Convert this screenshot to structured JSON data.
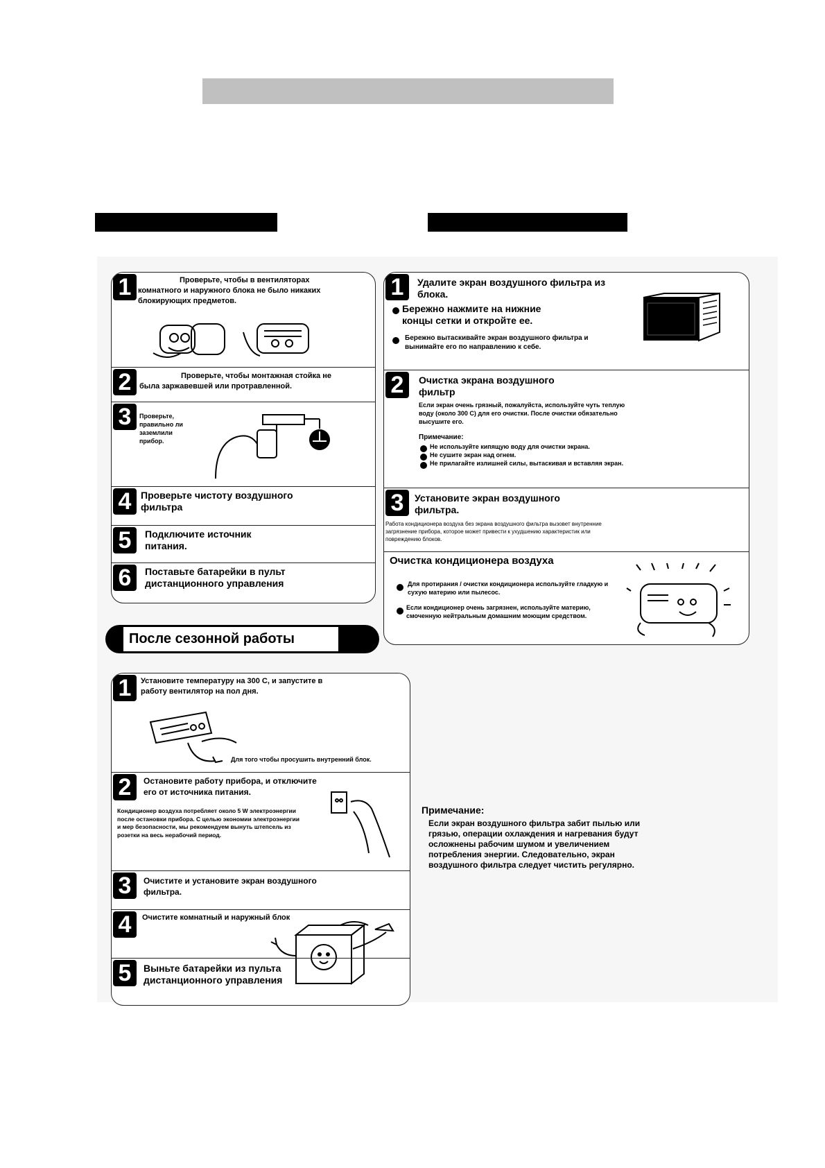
{
  "before_use": {
    "s1": "Проверьте, чтобы в вентиляторах комнатного и наружного блока не было никаких блокирующих предметов.",
    "s2": "Проверьте, чтобы монтажная стойка не была заржавевшей или протравленной.",
    "s3": "Проверьте, правильно ли заземлили прибор.",
    "s4": "Проверьте чистоту воздушного фильтра",
    "s5": "Подключите источник питания.",
    "s6": "Поставьте батарейки в пульт дистанционного управления"
  },
  "maintenance": {
    "s1_title": "Удалите экран воздушного фильтра из блока.",
    "s1_b1": "Бережно нажмите на нижние концы сетки и откройте ее.",
    "s1_b2": "Бережно вытаскивайте экран воздушного фильтра и вынимайте его по направлению к себе.",
    "s2_title": "Очистка экрана воздушного фильтр",
    "s2_text": "Если экран очень грязный, пожалуйста, используйте чуть теплую воду (около 300 С) для его очистки. После очистки обязательно высушите его.",
    "s2_note": "Примечание:",
    "s2_n1": "Не используйте кипящую воду для очистки экрана.",
    "s2_n2": "Не сушите экран над огнем.",
    "s2_n3": "Не прилагайте излишней силы, вытаскивая и вставляя экран.",
    "s3_title": "Установите экран воздушного фильтра.",
    "s3_text": "Работа кондиционера воздуха без экрана воздушного фильтра вызовет внутренние загрязнение прибора, которое может привести к ухудшению характеристик или повреждению блоков.",
    "clean_title": "Очистка кондиционера воздуха",
    "clean_b1": "Для протирания / очистки кондиционера используйте гладкую и сухую материю или пылесос.",
    "clean_b2": "Если кондиционер очень загрязнен, используйте материю, смоченную нейтральным домашним моющим средством."
  },
  "after_season": {
    "title": "После сезонной работы",
    "s1": "Установите температуру на 300 С, и запустите в работу вентилятор на пол дня.",
    "s1_caption": "Для того чтобы просушить внутренний блок.",
    "s2": "Остановите работу прибора, и отключите его от источника питания.",
    "s2_text": "Кондиционер воздуха потребляет около 5 W электроэнергии после остановки прибора. С целью экономии электроэнергии и мер безопасности, мы рекомендуем вынуть штепсель из розетки на весь нерабочий период.",
    "s3": "Очистите и установите экран воздушного фильтра.",
    "s4": "Очистите комнатный и наружный блок",
    "s5": "Выньте батарейки из пульта дистанционного управления"
  },
  "note": {
    "title": "Примечание:",
    "text": "Если экран воздушного фильтра забит пылью или грязью, операции охлаждения и нагревания будут осложнены рабочим шумом и увеличением потребления энергии. Следовательно, экран воздушного фильтра следует чистить регулярно."
  },
  "numbers": [
    "1",
    "2",
    "3",
    "4",
    "5",
    "6"
  ]
}
